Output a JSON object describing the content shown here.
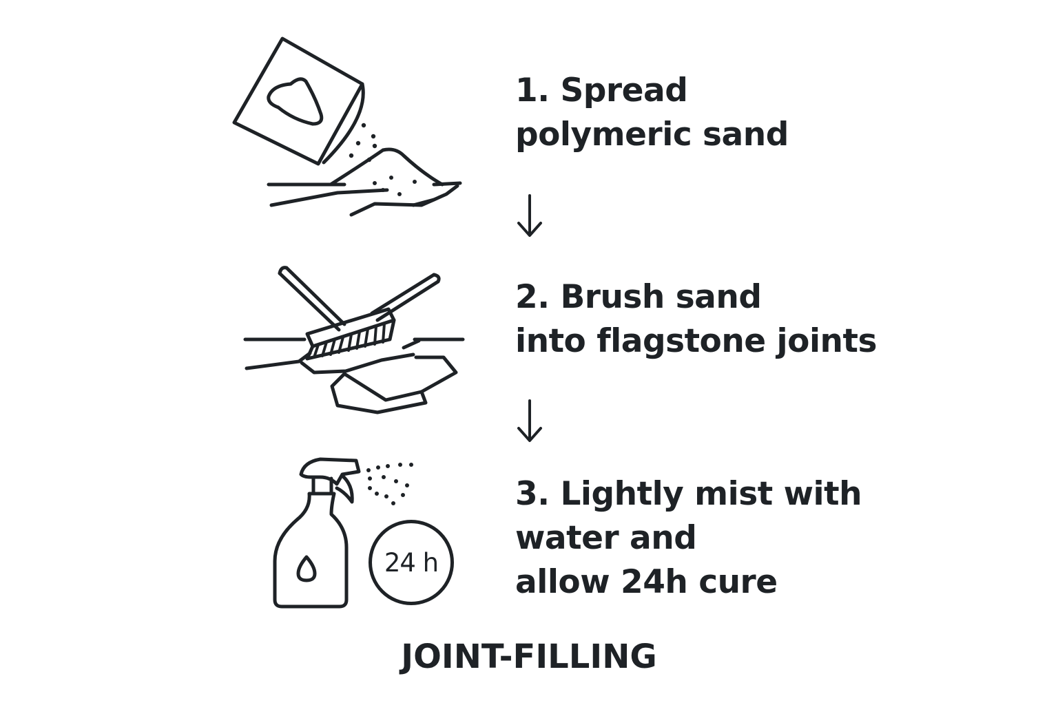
{
  "steps": [
    {
      "number": "1.",
      "lines": [
        "Spread",
        "polymeric sand"
      ],
      "icon": "sand-bag-pouring-icon"
    },
    {
      "number": "2.",
      "lines": [
        "Brush sand",
        "into flagstone joints"
      ],
      "icon": "push-broom-icon"
    },
    {
      "number": "3.",
      "lines": [
        "Lightly mist with",
        "water and",
        "allow 24h cure"
      ],
      "icon": "spray-bottle-icon"
    }
  ],
  "timer_badge": "24 h",
  "arrow_glyph": "↓",
  "title": "JOINT-FILLING",
  "colors": {
    "ink": "#1e2226",
    "background": "#ffffff"
  }
}
